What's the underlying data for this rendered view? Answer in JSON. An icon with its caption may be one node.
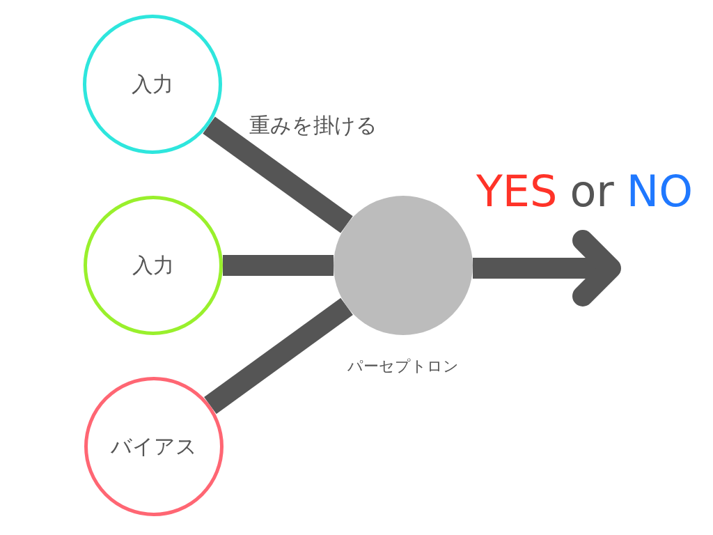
{
  "diagram": {
    "nodes": [
      {
        "text": [
          "入力"
        ]
      },
      {
        "text": [
          "入力"
        ]
      },
      {
        "text": [
          "バイアス"
        ]
      },
      {
        "text": [],
        "shape": "circle",
        "beside": [
          "パーセプトロン"
        ]
      }
    ],
    "edges": [
      {
        "from": 0,
        "to": 3,
        "arrow": "none",
        "label": "重みを掛ける"
      },
      {
        "from": 1,
        "to": 3,
        "arrow": "none"
      },
      {
        "from": 2,
        "to": 3,
        "arrow": "none"
      },
      {
        "from": 3,
        "to": null,
        "arrow": "to"
      }
    ],
    "labels": [
      "YES",
      "or",
      "NO"
    ]
  }
}
